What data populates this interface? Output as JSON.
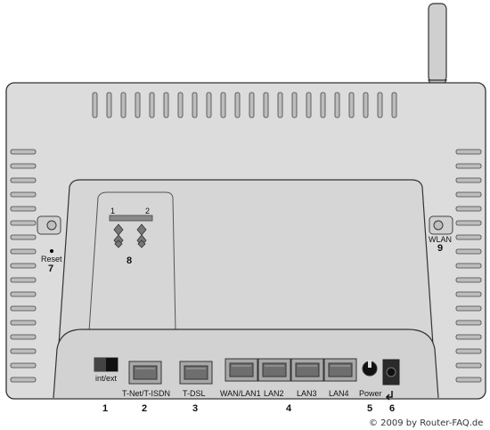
{
  "device": {
    "labels": {
      "reset": "Reset",
      "wlan": "WLAN",
      "int_ext": "int/ext",
      "tnet_tisdn": "T-Net/T-ISDN",
      "tdsl": "T-DSL",
      "wan_lan1": "WAN/LAN1",
      "lan2": "LAN2",
      "lan3": "LAN3",
      "lan4": "LAN4",
      "power": "Power",
      "dip_1": "1",
      "dip_2": "2"
    },
    "callouts": {
      "n1": "1",
      "n2": "2",
      "n3": "3",
      "n4": "4",
      "n5": "5",
      "n6": "6",
      "n7": "7",
      "n8": "8",
      "n9": "9"
    },
    "copyright": "© 2009 by Router-FAQ.de",
    "colors": {
      "housing": "#dcdcdc",
      "panel": "#d2d2d2",
      "outline": "#3a3a3a",
      "slot": "#b8b8b8",
      "port": "#8a8a8a"
    }
  }
}
